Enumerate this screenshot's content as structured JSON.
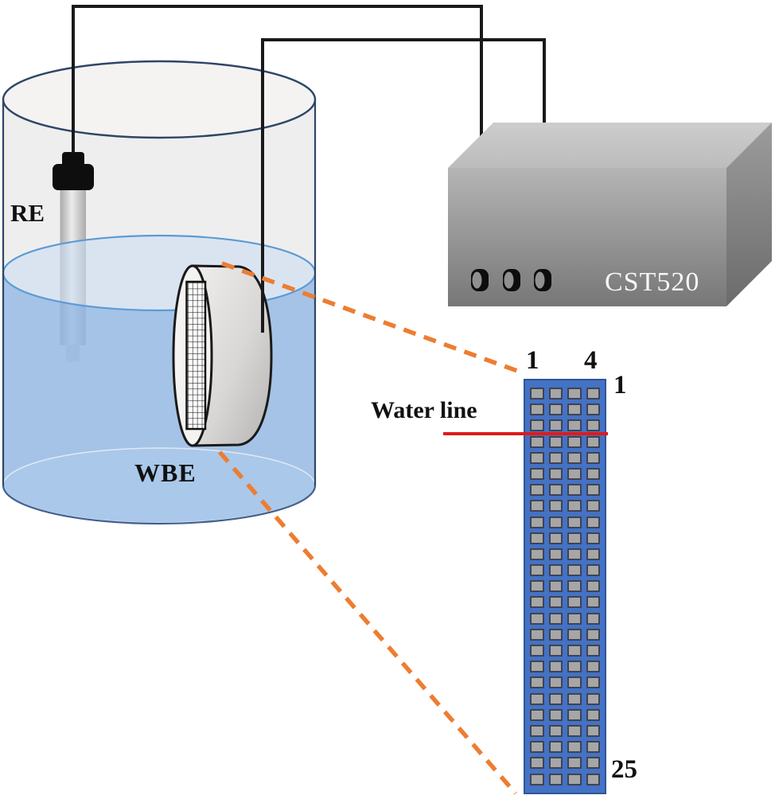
{
  "diagram": {
    "labels": {
      "reference_electrode": "RE",
      "wire_beam_electrode": "WBE",
      "instrument_model": "CST520",
      "water_line": "Water line",
      "array_col_first": "1",
      "array_col_last": "4",
      "array_row_first": "1",
      "array_row_last": "25"
    },
    "electrode_array": {
      "rows": 25,
      "cols": 4
    },
    "colors": {
      "array_panel_blue": "#4472C4",
      "array_cell_gray": "#A6A6A6",
      "water_blue": "#A4C3E6",
      "zoom_dash_orange": "#ED7D31",
      "waterline_red": "#E01A1A",
      "instrument_gray": "#8C8C8C",
      "wire_black": "#1a1a1a"
    }
  }
}
